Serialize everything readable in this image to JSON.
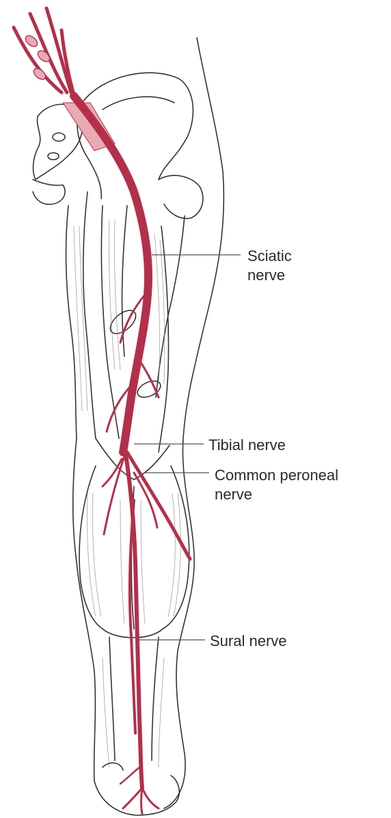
{
  "labels": {
    "sciatic": "Sciatic\nnerve",
    "tibial": "Tibial nerve",
    "common_peroneal": "Common peroneal\nnerve",
    "sural": "Sural nerve"
  },
  "colors": {
    "nerve": "#b3304a",
    "nerve_light": "#e8aab4",
    "outline": "#333333",
    "shading": "#8a8a8a",
    "leader": "#555555"
  }
}
